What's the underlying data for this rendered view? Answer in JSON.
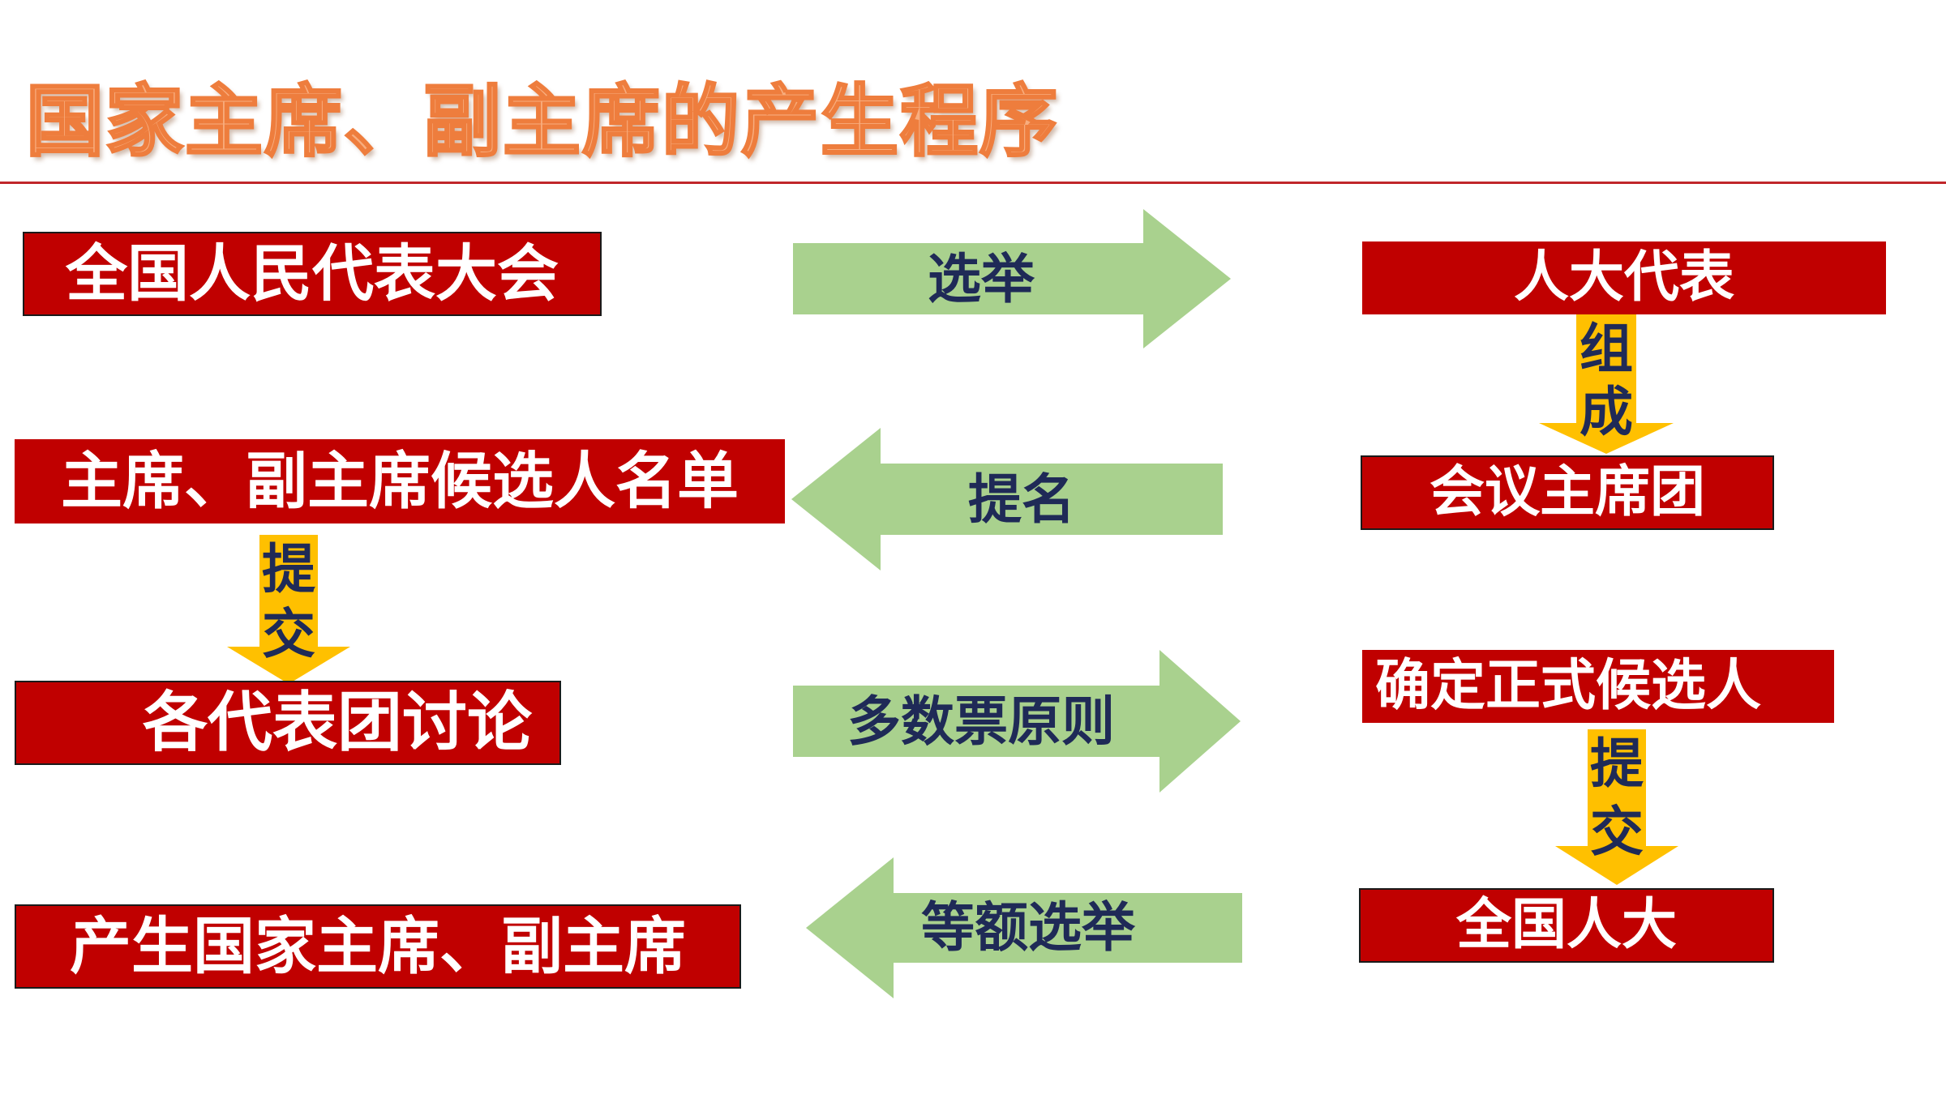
{
  "title": "国家主席、副主席的产生程序",
  "colors": {
    "node_fill": "#c00000",
    "arrow_green": "#a9d18e",
    "connector_yellow": "#ffc000",
    "label_navy": "#1f2a57",
    "title_orange": "#ee7d3d",
    "rule_red": "#c0262a"
  },
  "nodes": {
    "npc": "全国人民代表大会",
    "deputies": "人大代表",
    "presidium": "会议主席团",
    "candidate_list": "主席、副主席候选人名单",
    "delegation_discussion": "各代表团讨论",
    "formal_candidates": "确定正式候选人",
    "npc_short": "全国人大",
    "result": "产生国家主席、副主席"
  },
  "arrows": {
    "elect": "选举",
    "nominate": "提名",
    "majority": "多数票原则",
    "equal_election": "等额选举"
  },
  "connectors": {
    "form_1": "组",
    "form_2": "成",
    "submit_left_1": "提",
    "submit_left_2": "交",
    "submit_right_1": "提",
    "submit_right_2": "交"
  }
}
